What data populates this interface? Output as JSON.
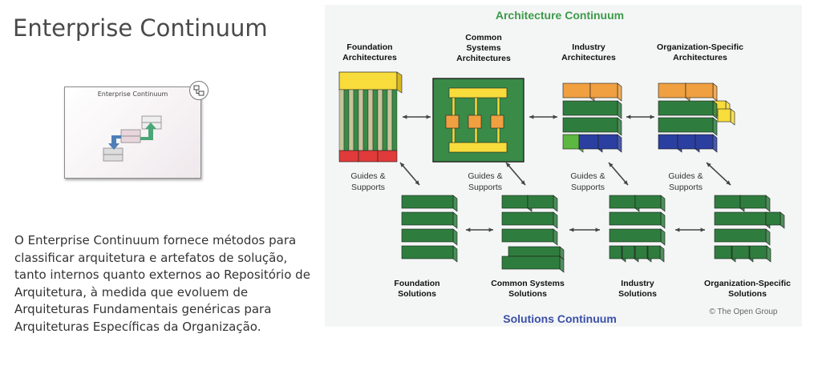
{
  "page": {
    "title": "Enterprise Continuum",
    "thumbnail_label": "Enterprise Continuum",
    "description": "O Enterprise Continuum fornece métodos para classificar arquitetura e artefatos de solução, tanto internos quanto externos ao Repositório de Arquitetura, à medida que evoluem de Arquiteturas Fundamentais genéricas para Arquiteturas Específicas da Organização."
  },
  "diagram": {
    "architecture_title": "Architecture Continuum",
    "solutions_title": "Solutions Continuum",
    "copyright": "© The Open Group",
    "architecture_columns": [
      [
        "Foundation",
        "Architectures"
      ],
      [
        "Common",
        "Systems",
        "Architectures"
      ],
      [
        "Industry",
        "Architectures"
      ],
      [
        "Organization-Specific",
        "Architectures"
      ]
    ],
    "solution_columns": [
      [
        "Foundation",
        "Solutions"
      ],
      [
        "Common Systems",
        "Solutions"
      ],
      [
        "Industry",
        "Solutions"
      ],
      [
        "Organization-Specific",
        "Solutions"
      ]
    ],
    "guides_label": [
      "Guides &",
      "Supports"
    ],
    "colors": {
      "architecture_title": "#3d9a4a",
      "solutions_title": "#3a4fa8",
      "block_green": "#2f7d3e",
      "block_orange": "#f0a040",
      "block_yellow": "#f7dc3c",
      "block_blue": "#2b3fa0",
      "block_red": "#e03a3a",
      "common_panel": "#3a8a48"
    }
  }
}
